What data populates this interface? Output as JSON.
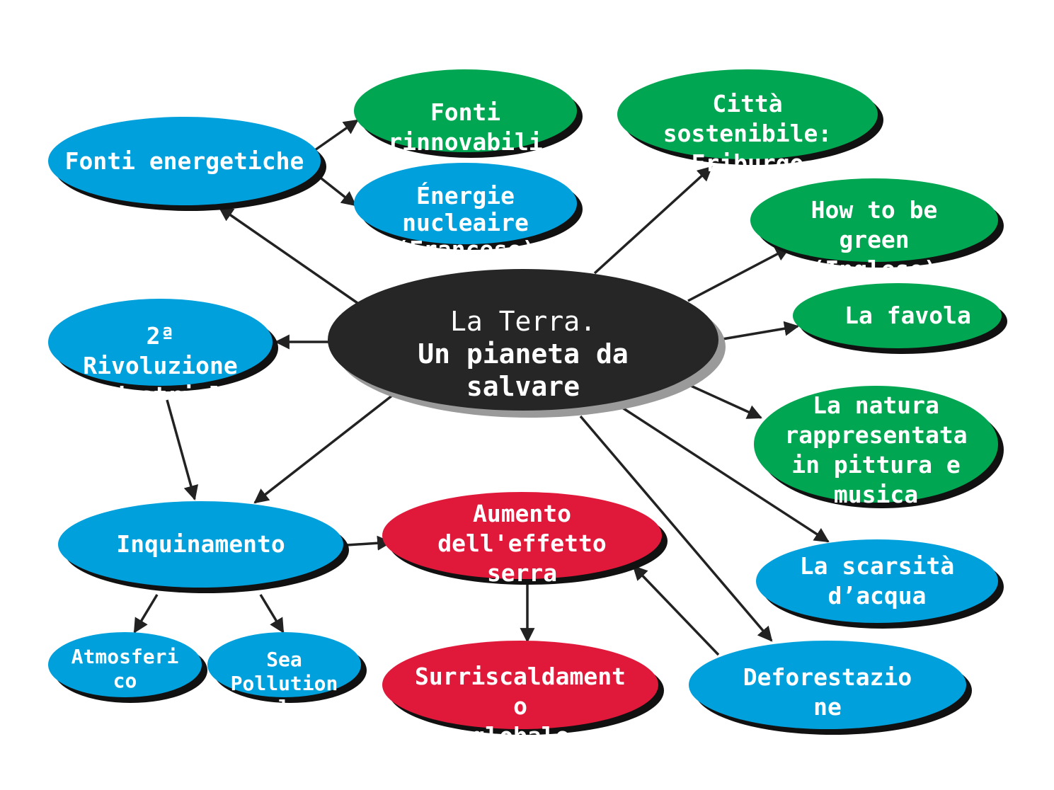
{
  "colors": {
    "green": "#00a651",
    "blue": "#00a0dc",
    "red": "#e0193a",
    "center": "#262626"
  },
  "center": {
    "lines": [
      "La Terra.",
      "Un pianeta da",
      "salvare"
    ]
  },
  "nodes": {
    "fonti_energetiche": {
      "lines": [
        "Fonti energetiche"
      ]
    },
    "fonti_rinnovabili": {
      "lines": [
        "Fonti",
        "rinnovabili"
      ]
    },
    "energie_nucleaire": {
      "lines": [
        "Énergie",
        "nucleaire",
        "(Francese)"
      ]
    },
    "citta_sostenibile": {
      "lines": [
        "Città",
        "sostenibile:",
        "Friburgo"
      ]
    },
    "how_to_be_green": {
      "lines": [
        "How to be",
        "green",
        "(Inglese)"
      ]
    },
    "la_favola": {
      "lines": [
        "La favola"
      ]
    },
    "rivoluzione": {
      "lines": [
        "2ª",
        "Rivoluzione",
        "Industriale"
      ]
    },
    "la_natura": {
      "lines": [
        "La natura",
        "rappresentata",
        "in pittura e",
        "musica"
      ]
    },
    "inquinamento": {
      "lines": [
        "Inquinamento"
      ]
    },
    "effetto_serra": {
      "lines": [
        "Aumento",
        "dell'effetto",
        "serra"
      ]
    },
    "scarsita_acqua": {
      "lines": [
        "La scarsità",
        "d’acqua"
      ]
    },
    "atmosferico": {
      "lines": [
        "Atmosferi",
        "co"
      ]
    },
    "sea_pollution": {
      "lines": [
        "Sea",
        "Pollution",
        "(Inglese)"
      ]
    },
    "surriscaldamento": {
      "lines": [
        "Surriscaldament",
        "o",
        "globale"
      ]
    },
    "deforestazione": {
      "lines": [
        "Deforestazio",
        "ne"
      ]
    }
  }
}
